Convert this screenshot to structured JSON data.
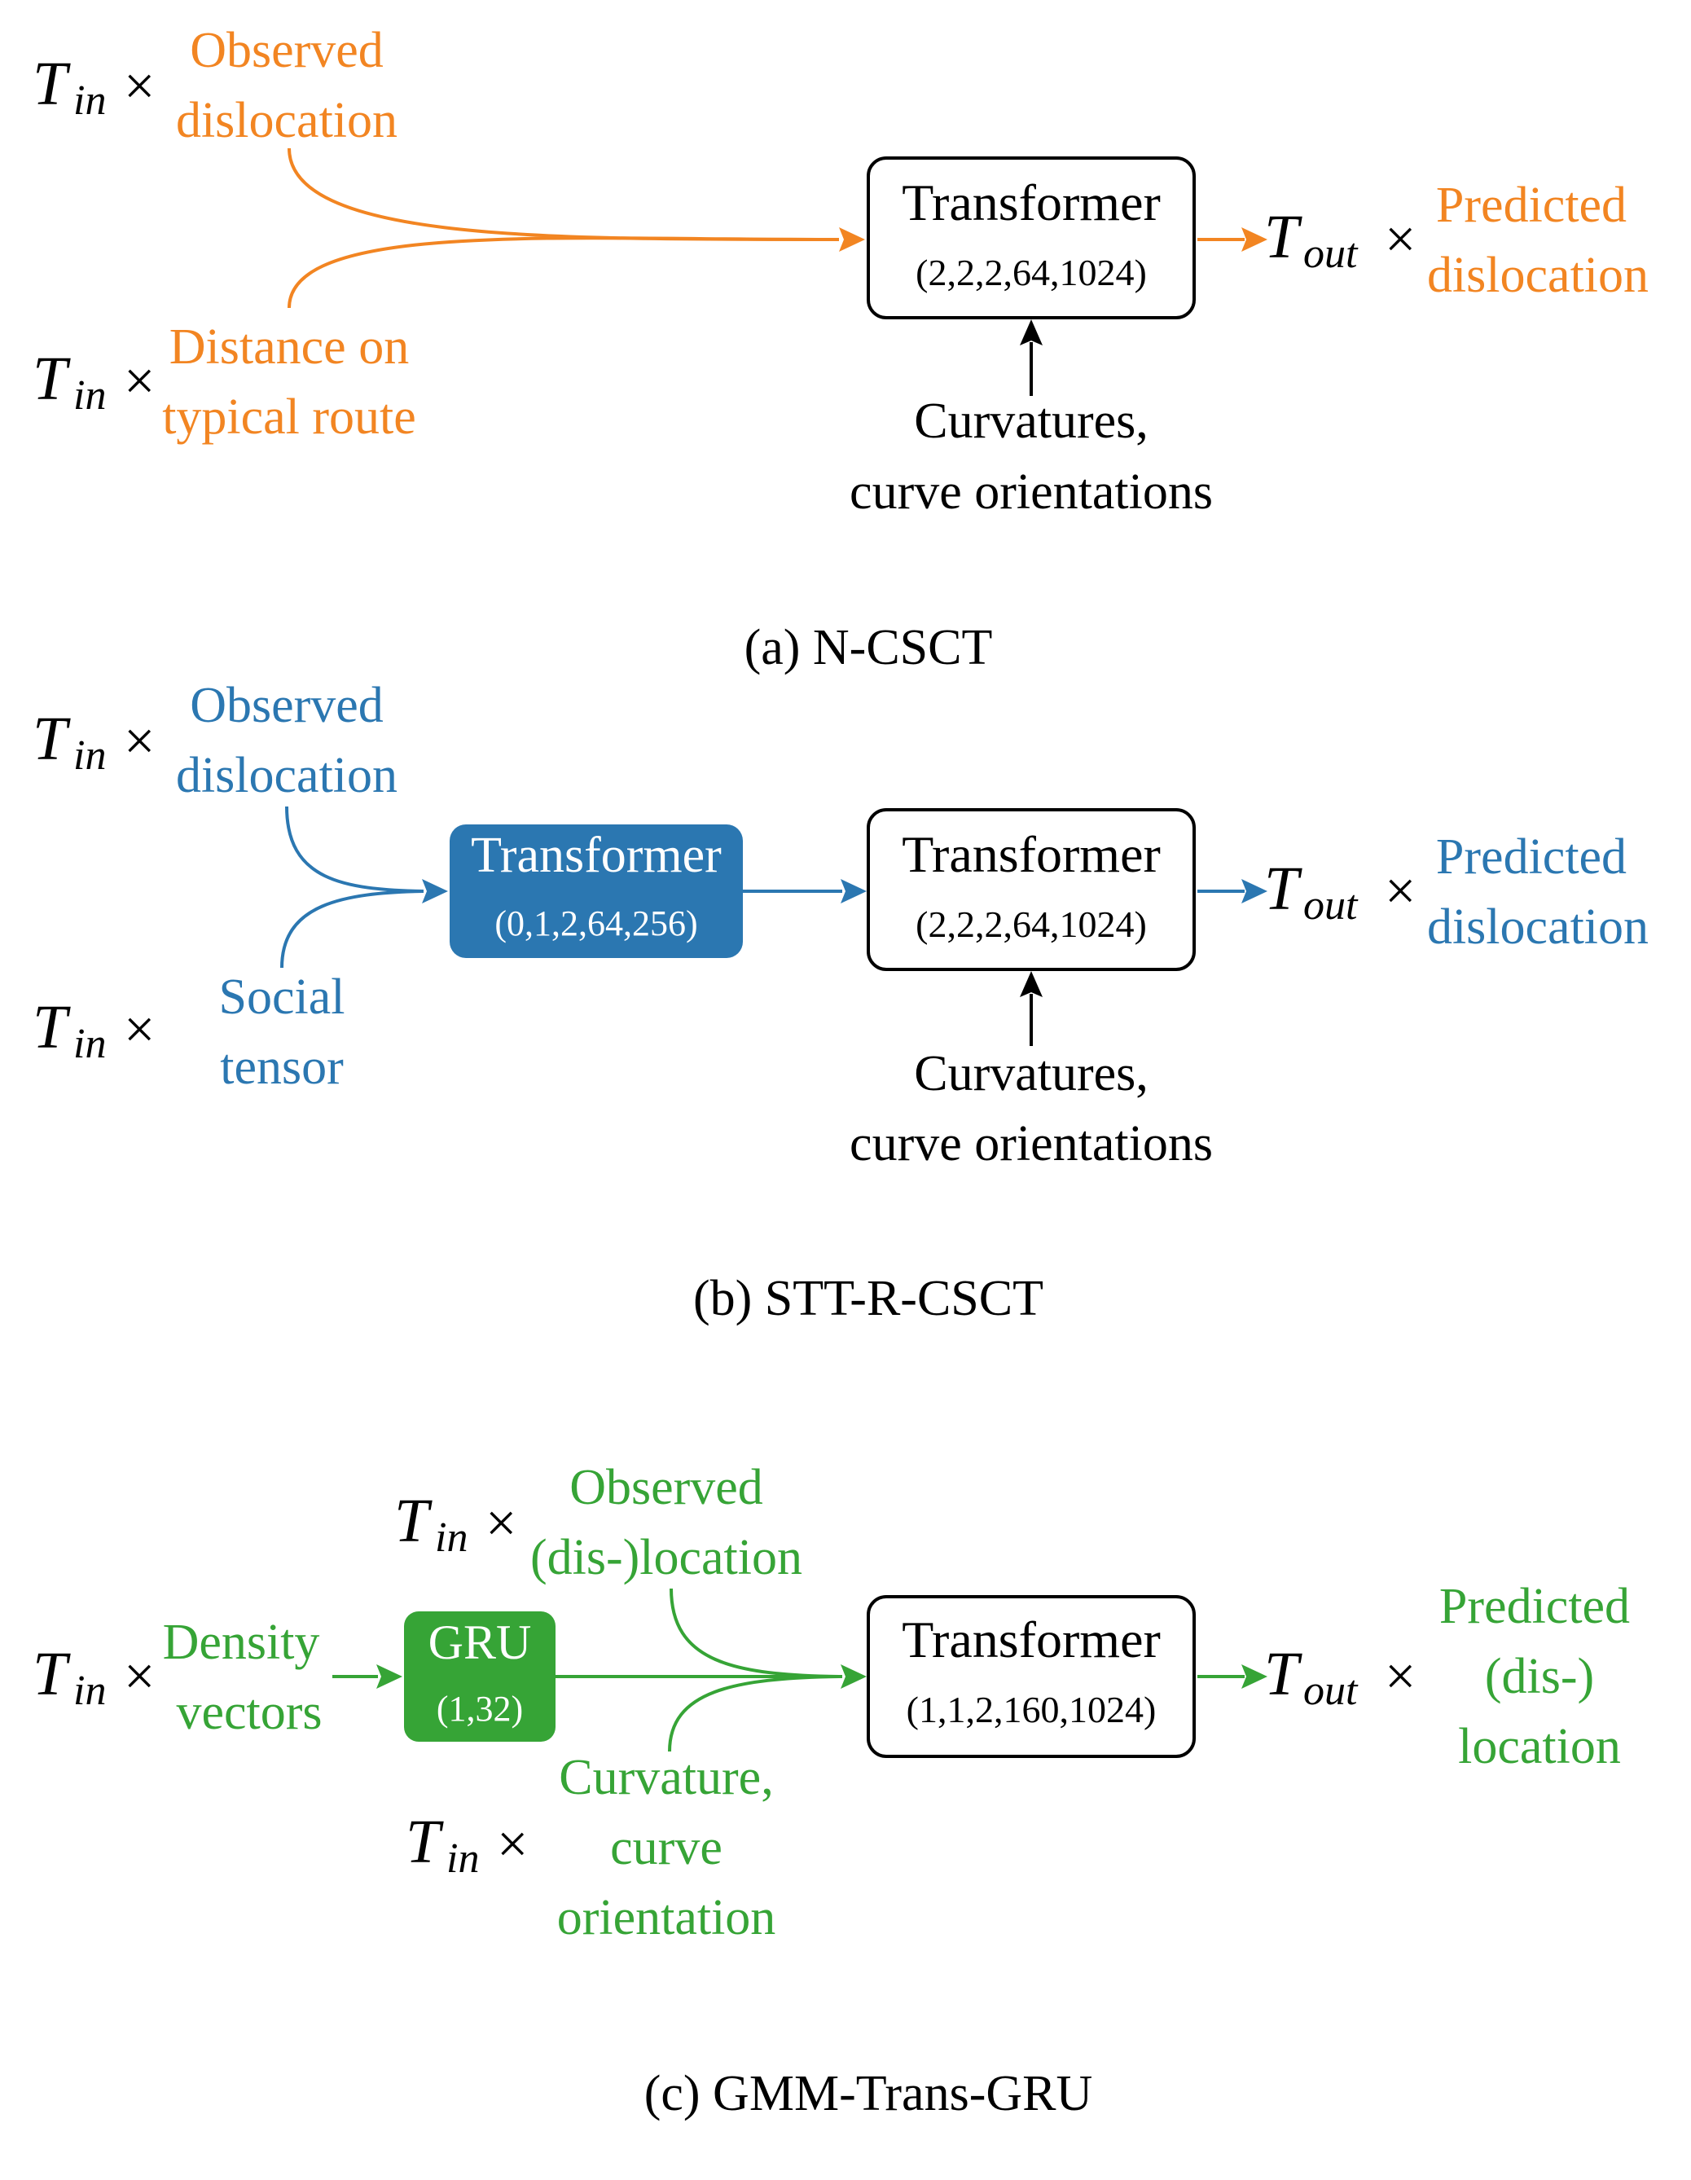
{
  "colors": {
    "orange": "#f28522",
    "blue": "#2b77b1",
    "green": "#36a436",
    "black": "#000000"
  },
  "math": {
    "T": "T",
    "in": "in",
    "out": "out",
    "times": "×"
  },
  "panel_a": {
    "caption": "(a) N-CSCT",
    "input1": [
      "Observed",
      "dislocation"
    ],
    "input2": [
      "Distance on",
      "typical route"
    ],
    "transformer": {
      "title": "Transformer",
      "params": "(2,2,2,64,1024)"
    },
    "side_input": [
      "Curvatures,",
      "curve orientations"
    ],
    "output": [
      "Predicted",
      "dislocation"
    ]
  },
  "panel_b": {
    "caption": "(b) STT-R-CSCT",
    "input1": [
      "Observed",
      "dislocation"
    ],
    "input2": [
      "Social",
      "tensor"
    ],
    "transformer1": {
      "title": "Transformer",
      "params": "(0,1,2,64,256)"
    },
    "transformer2": {
      "title": "Transformer",
      "params": "(2,2,2,64,1024)"
    },
    "side_input": [
      "Curvatures,",
      "curve orientations"
    ],
    "output": [
      "Predicted",
      "dislocation"
    ]
  },
  "panel_c": {
    "caption": "(c) GMM-Trans-GRU",
    "input_density": [
      "Density",
      "vectors"
    ],
    "gru": {
      "title": "GRU",
      "params": "(1,32)"
    },
    "input_top": [
      "Observed",
      "(dis-)location"
    ],
    "input_bottom": [
      "Curvature,",
      "curve",
      "orientation"
    ],
    "transformer": {
      "title": "Transformer",
      "params": "(1,1,2,160,1024)"
    },
    "output": [
      "Predicted",
      "(dis-)",
      "location"
    ]
  }
}
